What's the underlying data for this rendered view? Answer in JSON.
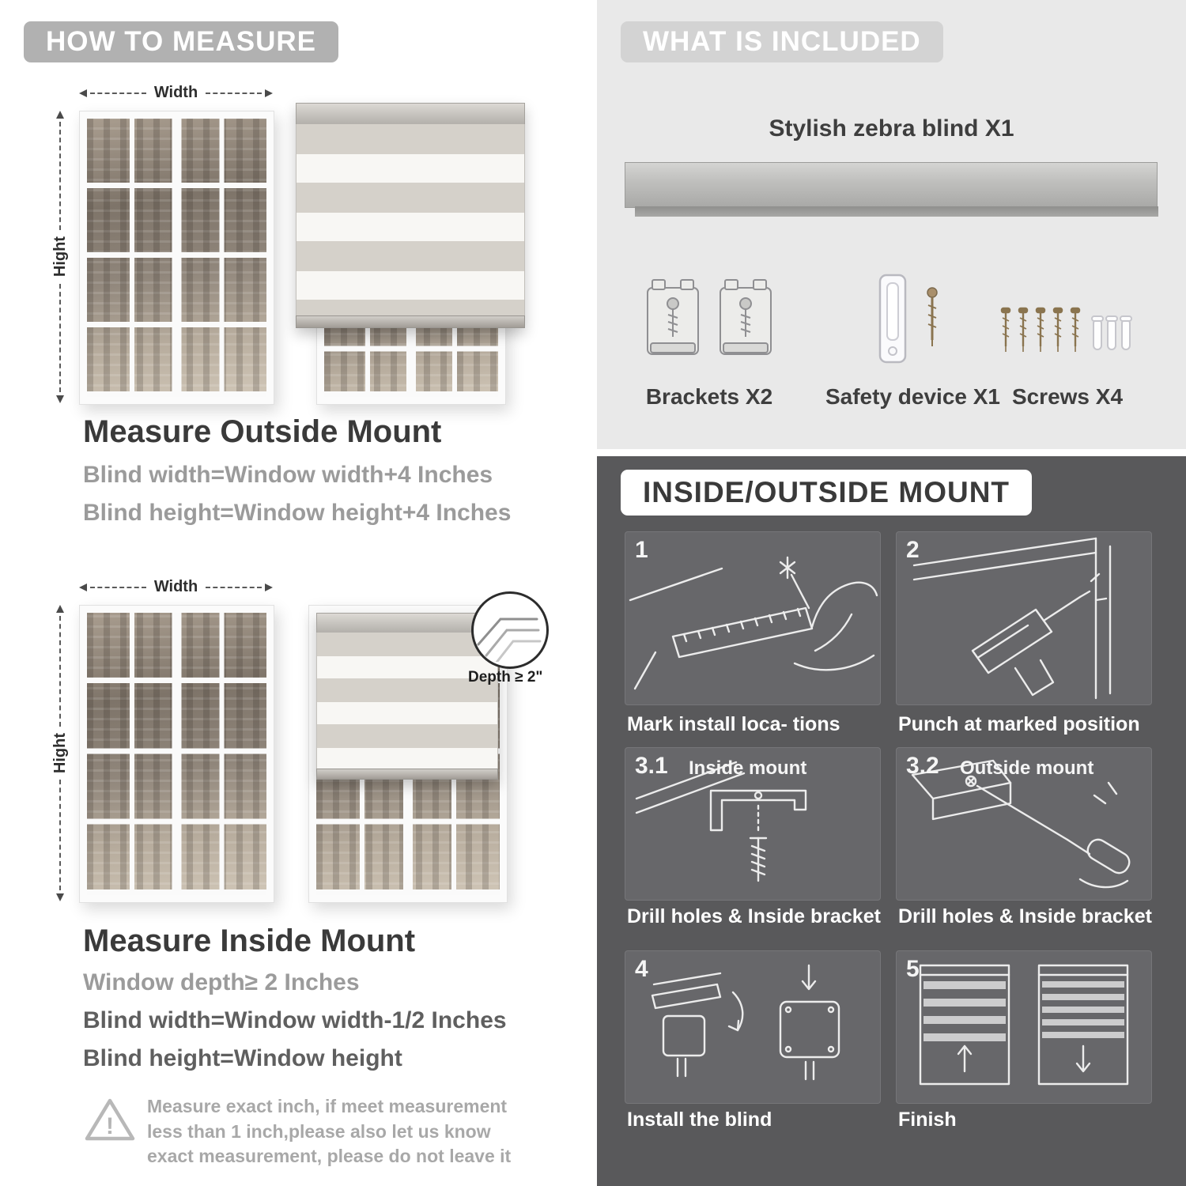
{
  "left_panel": {
    "header": "HOW TO MEASURE",
    "measure_labels": {
      "width": "Width",
      "height": "Hight",
      "depth": "Depth ≥ 2\""
    },
    "outside": {
      "heading": "Measure Outside Mount",
      "line1": "Blind width=Window width+4 Inches",
      "line2": "Blind height=Window height+4 Inches"
    },
    "inside": {
      "heading": "Measure Inside Mount",
      "line1": "Window depth≥ 2 Inches",
      "line2": "Blind width=Window width-1/2 Inches",
      "line3": "Blind height=Window height"
    },
    "warning": {
      "icon": "!",
      "text": "Measure exact inch, if meet measurement less than 1 inch,please also let us know exact measurement, please do not leave it"
    }
  },
  "included_panel": {
    "header": "WHAT IS INCLUDED",
    "product_label": "Stylish zebra blind X1",
    "items": [
      {
        "label": "Brackets X2",
        "icon": "brackets-icon"
      },
      {
        "label": "Safety device X1",
        "icon": "safety-device-icon"
      },
      {
        "label": "Screws X4",
        "icon": "screws-icon"
      }
    ]
  },
  "mount_panel": {
    "header": "INSIDE/OUTSIDE MOUNT",
    "steps": [
      {
        "num": "1",
        "caption": "Mark install loca- tions"
      },
      {
        "num": "2",
        "caption": "Punch at  marked position"
      },
      {
        "num": "3.1",
        "label": "Inside mount",
        "caption": "Drill holes &  Inside bracket"
      },
      {
        "num": "3.2",
        "label": "Outside mount",
        "caption": "Drill holes &  Inside bracket"
      },
      {
        "num": "4",
        "caption": "Install the blind"
      },
      {
        "num": "5",
        "caption": "Finish"
      }
    ]
  },
  "colors": {
    "left_header_bg": "#b1b1b1",
    "included_header_bg": "#d3d3d3",
    "included_bg": "#e9e9e9",
    "mount_bg": "#59595b",
    "step_panel_bg": "#67676a",
    "heading_text": "#3a3a3a",
    "gray_text": "#9b9b9b"
  }
}
